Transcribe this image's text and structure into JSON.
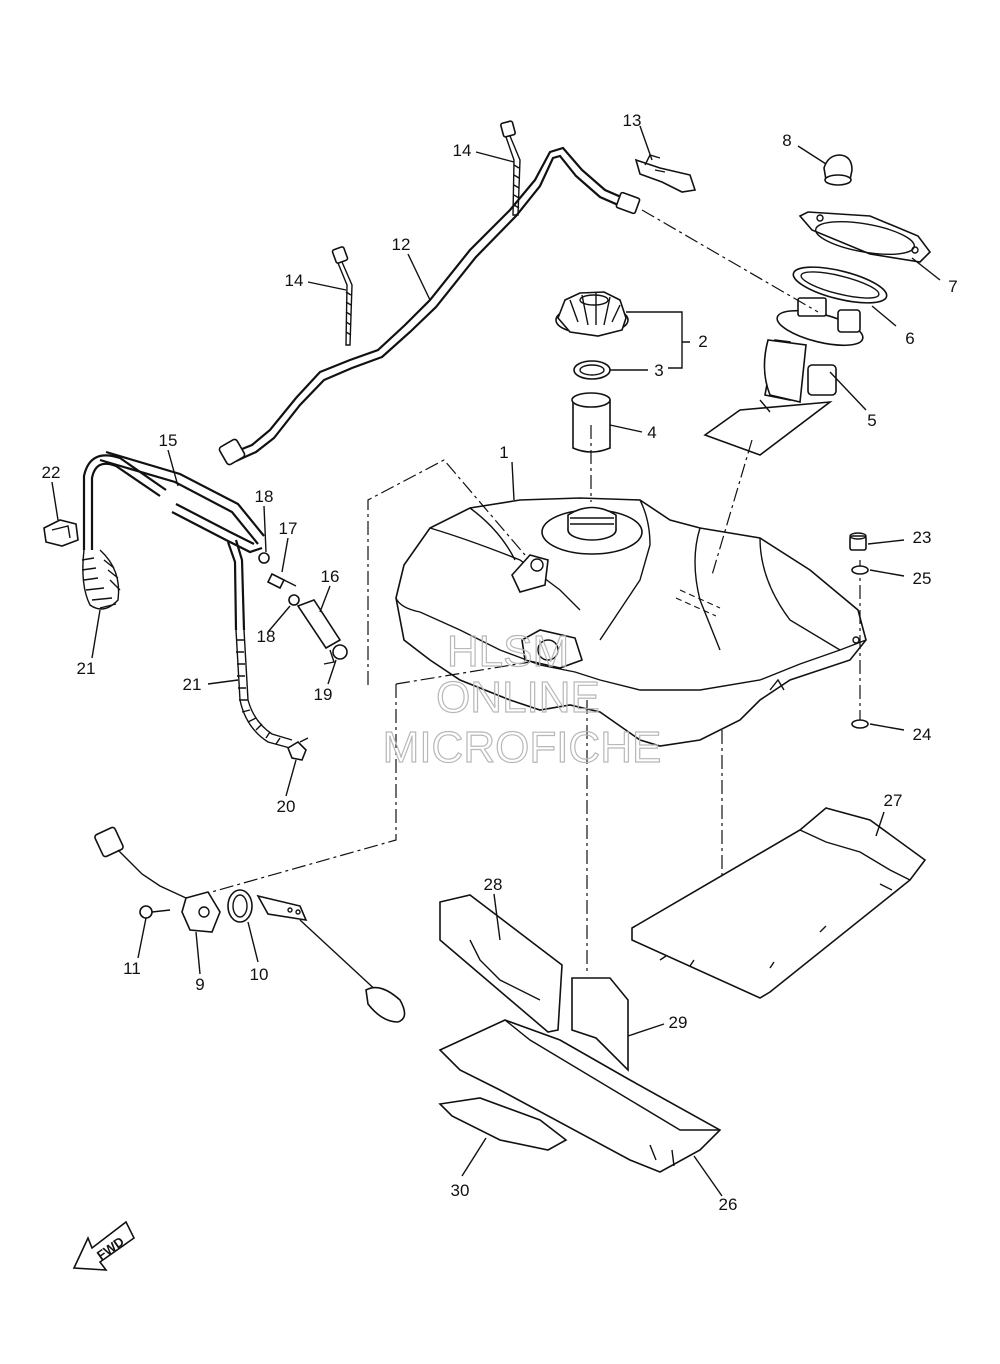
{
  "diagram": {
    "callouts": {
      "c1": "1",
      "c2": "2",
      "c3": "3",
      "c4": "4",
      "c5": "5",
      "c6": "6",
      "c7": "7",
      "c8": "8",
      "c9": "9",
      "c10": "10",
      "c11": "11",
      "c12": "12",
      "c13": "13",
      "c14a": "14",
      "c14b": "14",
      "c15": "15",
      "c16": "16",
      "c17": "17",
      "c18a": "18",
      "c18b": "18",
      "c19": "19",
      "c20": "20",
      "c21a": "21",
      "c21b": "21",
      "c22": "22",
      "c23": "23",
      "c24": "24",
      "c25": "25",
      "c26": "26",
      "c27": "27",
      "c28": "28",
      "c29": "29",
      "c30": "30"
    },
    "watermark": {
      "line1": "HLSM",
      "line2": "ONLINE",
      "line3": "MICROFICHE"
    },
    "fwd_label": "FWD"
  }
}
